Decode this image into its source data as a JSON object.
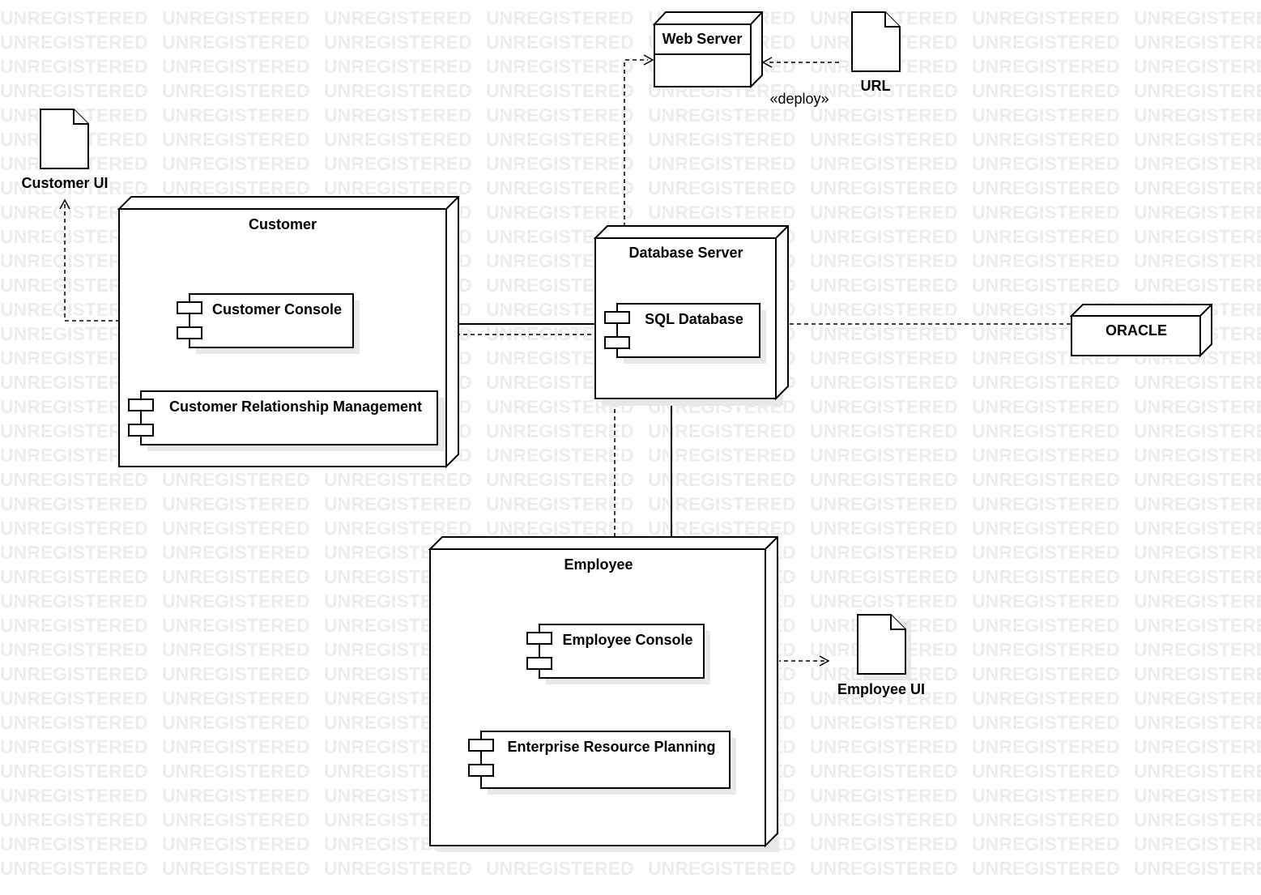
{
  "watermark": "UNREGISTERED",
  "nodes": {
    "web_server": "Web Server",
    "customer": "Customer",
    "database_server": "Database Server",
    "oracle": "ORACLE",
    "employee": "Employee"
  },
  "components": {
    "customer_console": "Customer Console",
    "crm": "Customer Relationship Management",
    "sql_database": "SQL Database",
    "employee_console": "Employee Console",
    "erp": "Enterprise Resource Planning"
  },
  "artifacts": {
    "url": "URL",
    "customer_ui": "Customer UI",
    "employee_ui": "Employee UI"
  },
  "stereotypes": {
    "deploy": "«deploy»"
  }
}
